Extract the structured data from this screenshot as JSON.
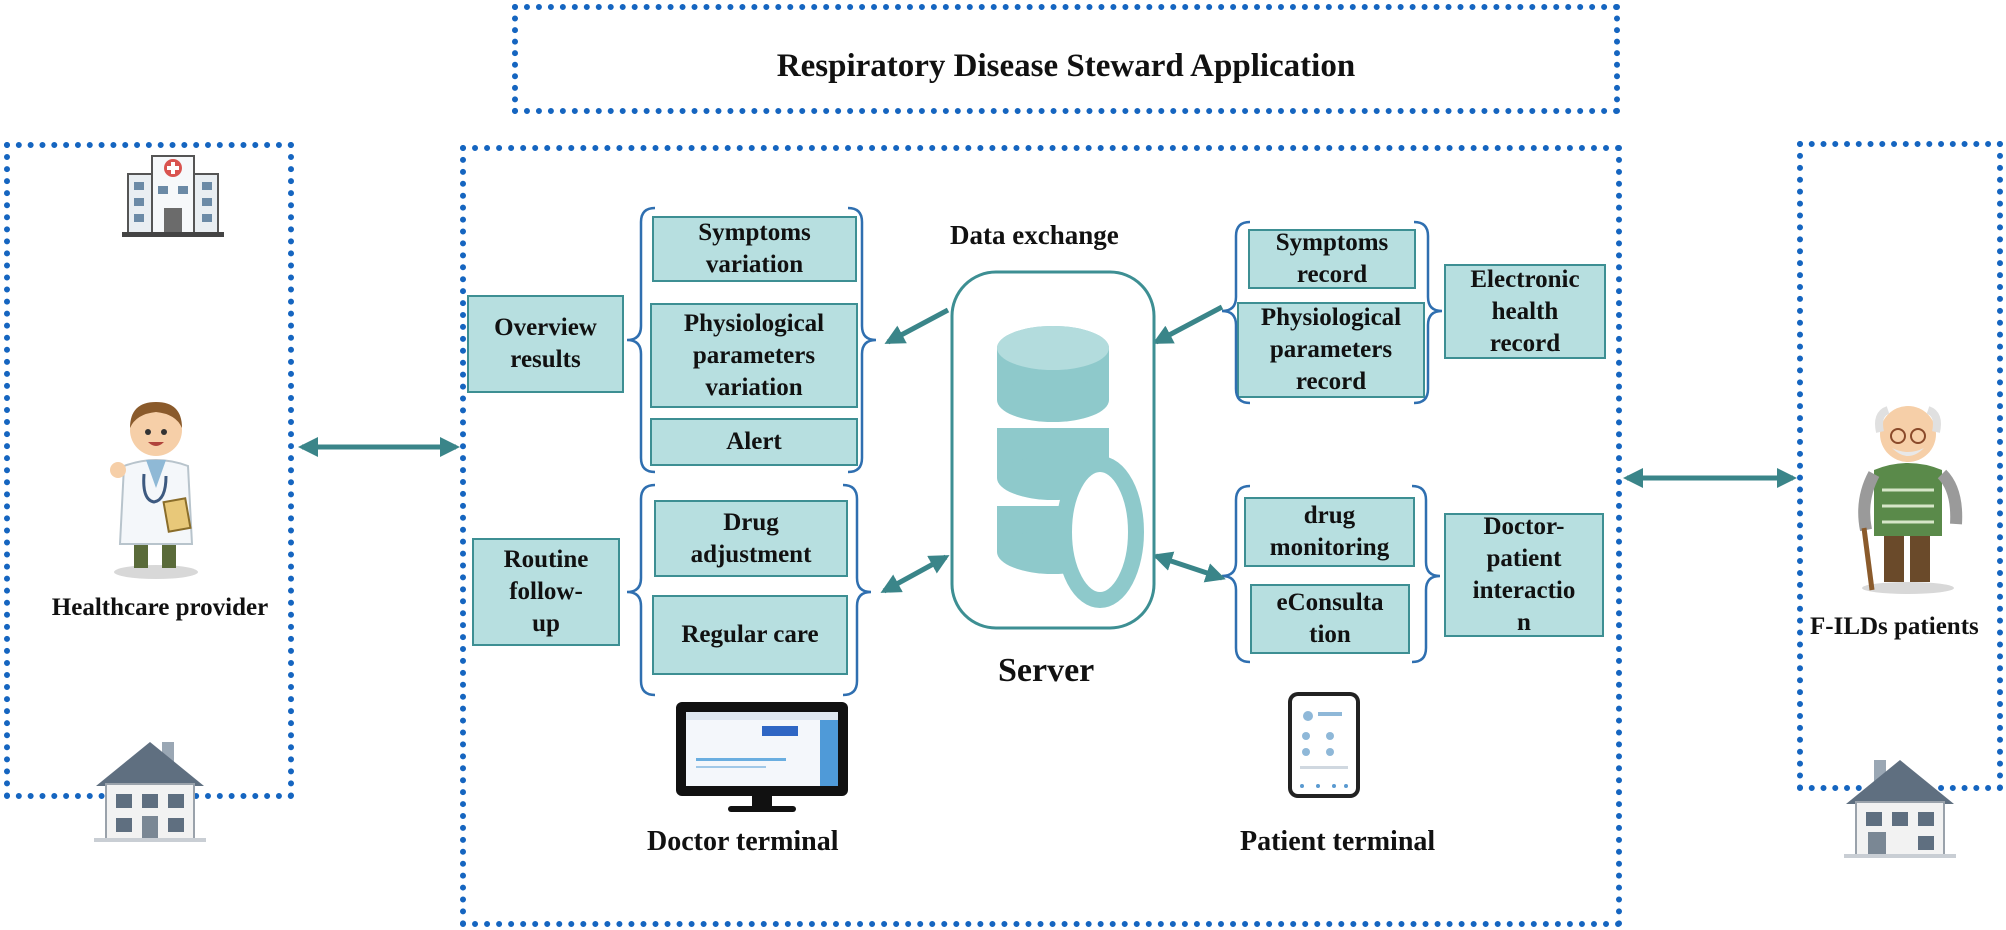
{
  "title": "Respiratory Disease Steward Application",
  "left_panel": {
    "label": "Healthcare provider"
  },
  "right_panel": {
    "label": "F-ILDs patients"
  },
  "center": {
    "data_exchange": "Data exchange",
    "server": "Server",
    "doctor_terminal": "Doctor terminal",
    "patient_terminal": "Patient terminal"
  },
  "doctor_side": {
    "overview": "Overview\nresults",
    "symptoms_variation": "Symptoms\nvariation",
    "physio_variation": "Physiological\nparameters\nvariation",
    "alert": "Alert",
    "routine": "Routine\nfollow-\nup",
    "drug_adjustment": "Drug\nadjustment",
    "regular_care": "Regular care"
  },
  "patient_side": {
    "symptoms_record": "Symptoms\nrecord",
    "physio_record": "Physiological\nparameters\nrecord",
    "ehr": "Electronic\nhealth\nrecord",
    "drug_monitoring": "drug\nmonitoring",
    "econsultation": "eConsulta\ntion",
    "interaction": "Doctor-\npatient\ninteractio\nn"
  },
  "colors": {
    "dotted": "#1565c0",
    "box_fill": "#b7dfe0",
    "box_border": "#3d8f93",
    "arrow": "#3a8589",
    "brace": "#2f6fb0"
  },
  "icons": [
    "hospital-icon",
    "doctor-icon",
    "house-icon",
    "database-icon",
    "monitor-icon",
    "phone-icon",
    "elderly-patient-icon"
  ]
}
